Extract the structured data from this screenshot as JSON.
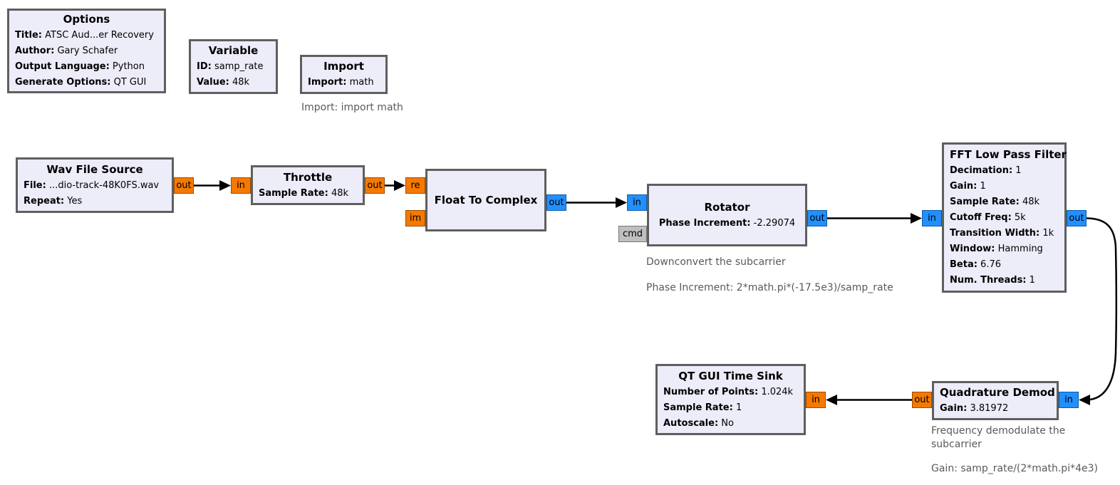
{
  "app": {
    "description": "GNU Radio Companion flowgraph canvas"
  },
  "colors": {
    "background": "#ffffff",
    "block_fill": "#EDECF9",
    "block_border": "#5f5f5f",
    "port_float": "#F57900",
    "port_complex": "#2090FF",
    "port_message": "#BFBFBF",
    "wire": "#000000",
    "comment_text": "#5a5a5a"
  },
  "blocks": {
    "options": {
      "title": "Options",
      "params": [
        {
          "label": "Title:",
          "value": "ATSC Aud...er Recovery"
        },
        {
          "label": "Author:",
          "value": "Gary Schafer"
        },
        {
          "label": "Output Language:",
          "value": "Python"
        },
        {
          "label": "Generate Options:",
          "value": "QT GUI"
        }
      ]
    },
    "variable": {
      "title": "Variable",
      "params": [
        {
          "label": "ID:",
          "value": "samp_rate"
        },
        {
          "label": "Value:",
          "value": "48k"
        }
      ]
    },
    "import": {
      "title": "Import",
      "params": [
        {
          "label": "Import:",
          "value": "math"
        }
      ],
      "comments": [
        "Import: import math"
      ]
    },
    "wav_file_source": {
      "title": "Wav File Source",
      "params": [
        {
          "label": "File:",
          "value": "...dio-track-48K0FS.wav"
        },
        {
          "label": "Repeat:",
          "value": "Yes"
        }
      ],
      "ports": {
        "out": "out"
      }
    },
    "throttle": {
      "title": "Throttle",
      "params": [
        {
          "label": "Sample Rate:",
          "value": "48k"
        }
      ],
      "ports": {
        "in": "in",
        "out": "out"
      }
    },
    "float_to_complex": {
      "title": "Float To Complex",
      "params": [],
      "ports": {
        "re": "re",
        "im": "im",
        "out": "out"
      }
    },
    "rotator": {
      "title": "Rotator",
      "params": [
        {
          "label": "Phase Increment:",
          "value": "-2.29074"
        }
      ],
      "ports": {
        "in": "in",
        "cmd": "cmd",
        "out": "out"
      },
      "comments": [
        "Downconvert the subcarrier",
        "Phase Increment: 2*math.pi*(-17.5e3)/samp_rate"
      ]
    },
    "fft_low_pass_filter": {
      "title": "FFT Low Pass Filter",
      "params": [
        {
          "label": "Decimation:",
          "value": "1"
        },
        {
          "label": "Gain:",
          "value": "1"
        },
        {
          "label": "Sample Rate:",
          "value": "48k"
        },
        {
          "label": "Cutoff Freq:",
          "value": "5k"
        },
        {
          "label": "Transition Width:",
          "value": "1k"
        },
        {
          "label": "Window:",
          "value": "Hamming"
        },
        {
          "label": "Beta:",
          "value": "6.76"
        },
        {
          "label": "Num. Threads:",
          "value": "1"
        }
      ],
      "ports": {
        "in": "in",
        "out": "out"
      }
    },
    "qt_gui_time_sink": {
      "title": "QT GUI Time Sink",
      "params": [
        {
          "label": "Number of Points:",
          "value": "1.024k"
        },
        {
          "label": "Sample Rate:",
          "value": "1"
        },
        {
          "label": "Autoscale:",
          "value": "No"
        }
      ],
      "ports": {
        "in": "in"
      }
    },
    "quadrature_demod": {
      "title": "Quadrature Demod",
      "params": [
        {
          "label": "Gain:",
          "value": "3.81972"
        }
      ],
      "ports": {
        "out": "out",
        "in": "in"
      },
      "comments": [
        "Frequency demodulate the subcarrier",
        "Gain: samp_rate/(2*math.pi*4e3)"
      ]
    }
  }
}
